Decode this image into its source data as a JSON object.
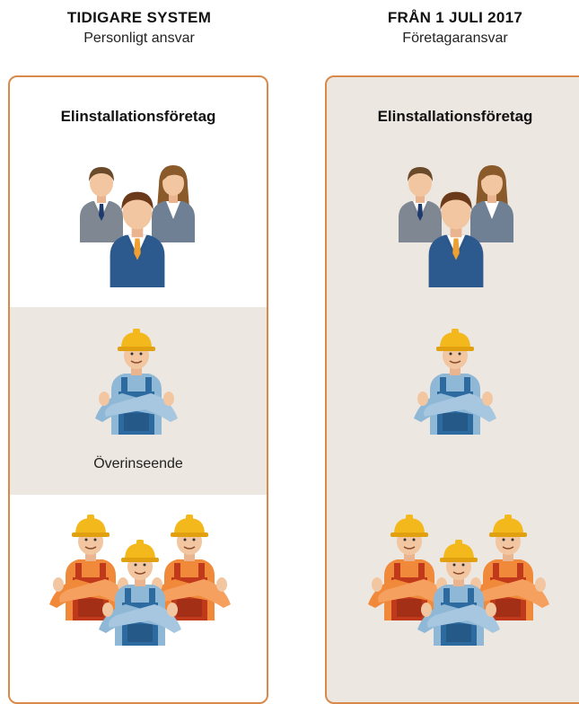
{
  "left": {
    "header_title": "TIDIGARE SYSTEM",
    "header_subtitle": "Personligt ansvar",
    "panel_title": "Elinstallationsföretag",
    "supervision_label": "Överinseende"
  },
  "right": {
    "header_title": "FRÅN 1 JULI 2017",
    "header_subtitle": "Företagaransvar",
    "panel_title": "Elinstallationsföretag"
  },
  "colors": {
    "panel_border": "#d98a4a",
    "panel_bg_right": "#ece7e0",
    "band_bg": "#ece7e0",
    "helmet": "#f3b81c",
    "overall_blue": "#2c6aa0",
    "overall_orange": "#e06e1c"
  },
  "icons": {
    "management": "business-people-group-icon",
    "supervisor": "worker-arms-crossed-icon",
    "workers": "workers-group-icon"
  }
}
